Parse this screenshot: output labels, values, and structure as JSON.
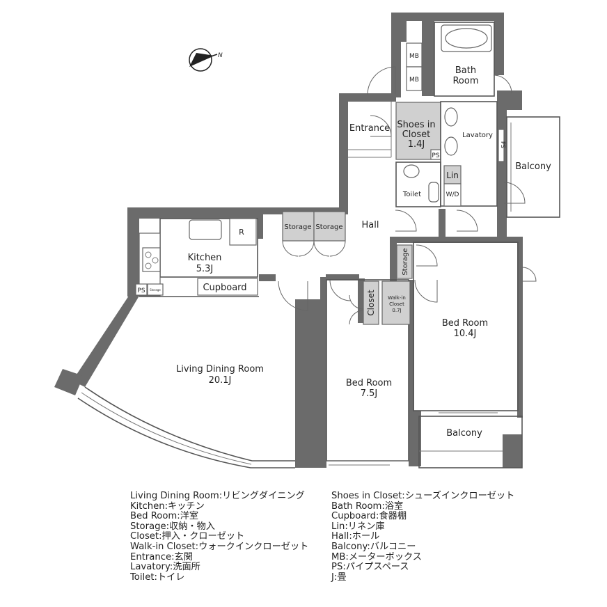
{
  "rooms": {
    "ldk_name": "Living Dining Room",
    "ldk_size": "20.1J",
    "kitchen_name": "Kitchen",
    "kitchen_size": "5.3J",
    "cupboard": "Cupboard",
    "fridge": "R",
    "ps_kitchen": "PS",
    "storage_small": "Storage",
    "storage_a": "Storage",
    "storage_b": "Storage",
    "hall": "Hall",
    "entrance": "Entrance",
    "shoes_line1": "Shoes in",
    "shoes_line2": "Closet",
    "shoes_size": "1.4J",
    "ps_shoes": "PS",
    "mb_top": "MB",
    "mb_bottom": "MB",
    "bath_line1": "Bath",
    "bath_line2": "Room",
    "lavatory": "Lavatory",
    "lin": "Lin",
    "wd": "W/D",
    "toilet": "Toilet",
    "balcony_east": "Balcony",
    "ps_east": "PS",
    "storage_hall": "Storage",
    "closet": "Closet",
    "wic_line1": "Walk-in",
    "wic_line2": "Closet",
    "wic_size": "0.7J",
    "bed1_name": "Bed Room",
    "bed1_size": "10.4J",
    "bed2_name": "Bed Room",
    "bed2_size": "7.5J",
    "balcony_south": "Balcony"
  },
  "compass_label": "N",
  "legend_left": [
    "Living Dining Room:リビングダイニング",
    "Kitchen:キッチン",
    "Bed Room:洋室",
    "Storage:収納・物入",
    "Closet:押入・クローゼット",
    "Walk-in Closet:ウォークインクローゼット",
    "Entrance:玄関",
    "Lavatory:洗面所",
    "Toilet:トイレ"
  ],
  "legend_right": [
    "Shoes in Closet:シューズインクローゼット",
    "Bath Room:浴室",
    "Cupboard:食器棚",
    "Lin:リネン庫",
    "Hall:ホール",
    "Balcony:バルコニー",
    "MB:メーターボックス",
    "PS:パイプスペース",
    "J:畳"
  ]
}
